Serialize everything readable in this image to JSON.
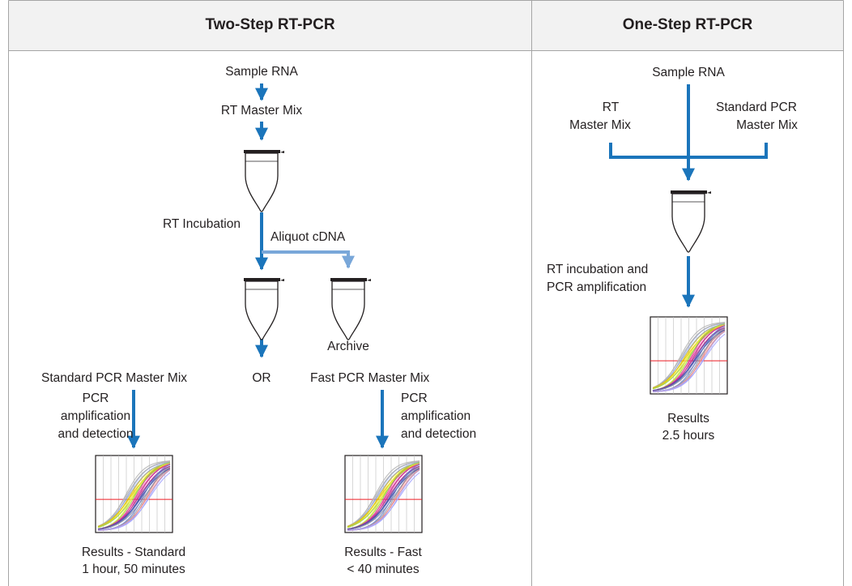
{
  "colors": {
    "border": "#a5a5a5",
    "header_bg": "#f2f2f2",
    "arrow_dark": "#1b75bb",
    "arrow_light": "#79a7d9",
    "threshold": "#ed1c24"
  },
  "two_step": {
    "title": "Two-Step RT-PCR",
    "sample_rna": "Sample RNA",
    "rt_master_mix": "RT Master Mix",
    "rt_incubation": "RT Incubation",
    "aliquot_cdna": "Aliquot cDNA",
    "archive": "Archive",
    "or": "OR",
    "standard_mix": "Standard PCR Master Mix",
    "fast_mix": "Fast PCR Master Mix",
    "pcr_left": [
      "PCR",
      "amplification",
      "and detection"
    ],
    "pcr_right": [
      "PCR",
      "amplification",
      "and detection"
    ],
    "results_standard": [
      "Results - Standard",
      "1 hour, 50 minutes"
    ],
    "results_fast": [
      "Results - Fast",
      "< 40 minutes"
    ]
  },
  "one_step": {
    "title": "One-Step RT-PCR",
    "sample_rna": "Sample RNA",
    "rt_mix": [
      "RT",
      "Master Mix"
    ],
    "std_mix": [
      "Standard PCR",
      "Master Mix"
    ],
    "incubation": [
      "RT incubation and",
      "PCR amplification"
    ],
    "results": [
      "Results",
      "2.5 hours"
    ]
  }
}
